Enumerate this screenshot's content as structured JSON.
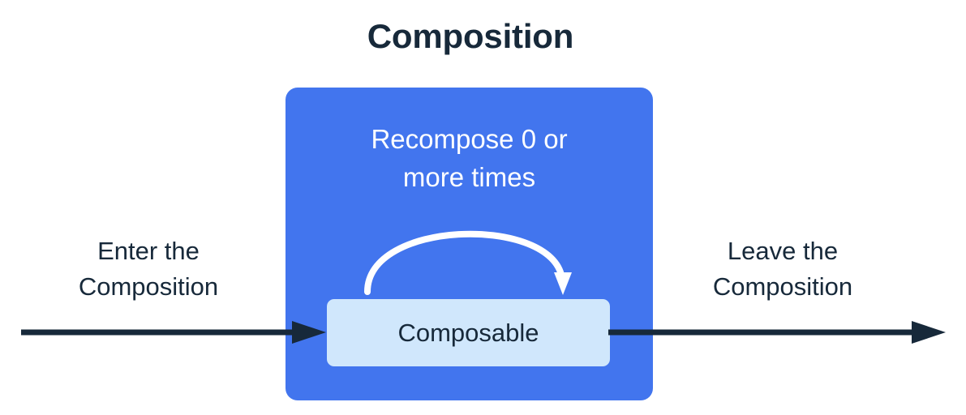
{
  "title": "Composition",
  "colors": {
    "background": "#ffffff",
    "composition_blue": "#4275ee",
    "composable_light_blue": "#d0e7fc",
    "text_navy": "#17293a",
    "arrow_white": "#ffffff",
    "arrow_navy": "#17293a"
  },
  "composition": {
    "recompose_label": "Recompose 0 or\nmore times",
    "recompose_arrow_icon": "curved-loop-arrow-icon",
    "composable": {
      "label": "Composable"
    }
  },
  "flow": {
    "enter": {
      "label": "Enter the\nComposition",
      "arrow_icon": "right-arrow-icon"
    },
    "leave": {
      "label": "Leave the\nComposition",
      "arrow_icon": "right-arrow-icon"
    }
  }
}
